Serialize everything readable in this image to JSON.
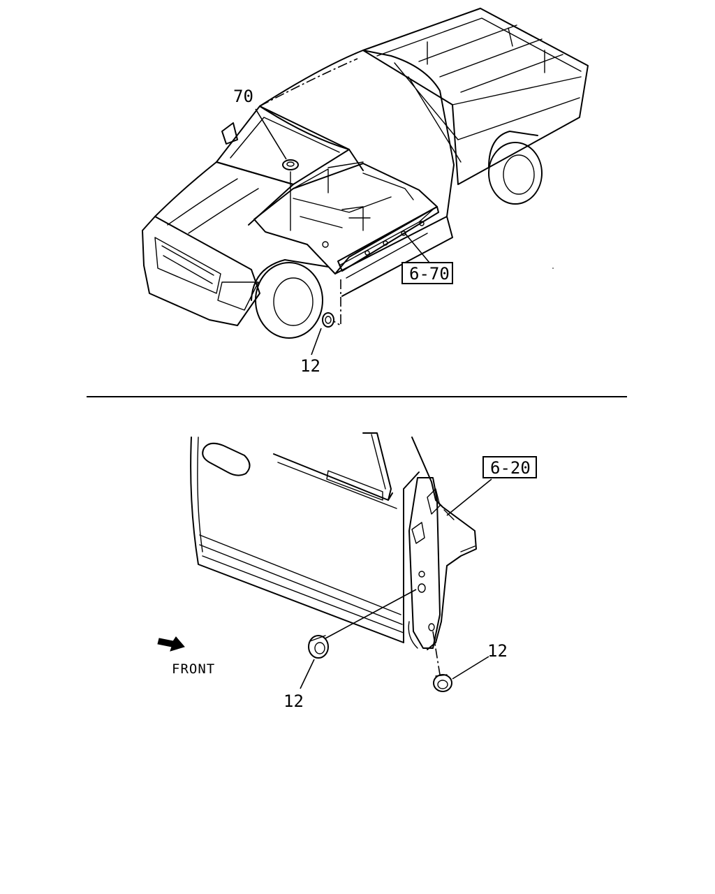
{
  "top": {
    "callout_top": "70",
    "callout_bottom": "12",
    "ref_box": "6-70"
  },
  "bottom": {
    "ref_box": "6-20",
    "callout_left": "12",
    "callout_right": "12",
    "front_label": "FRONT"
  }
}
